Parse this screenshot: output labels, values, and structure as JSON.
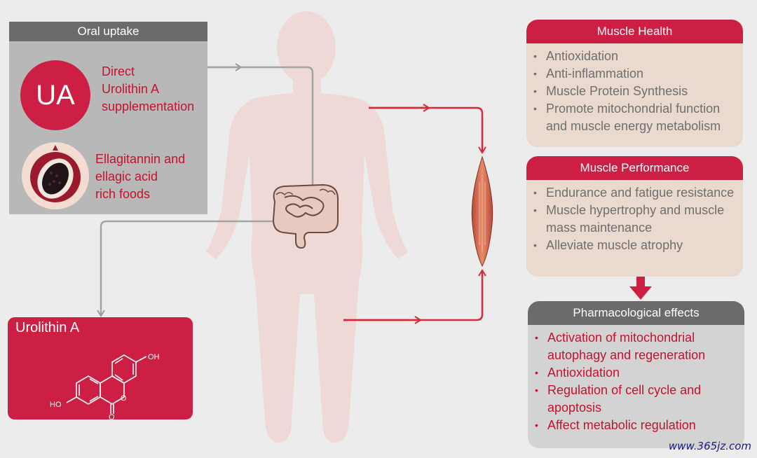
{
  "oral_uptake": {
    "title": "Oral uptake",
    "ua_label": "UA",
    "direct_text": [
      "Direct",
      "Urolithin A",
      "supplementation"
    ],
    "foods_text": [
      "Ellagitannin and",
      "ellagic acid",
      "rich foods"
    ],
    "ua_color": "#cc1f43",
    "pomegranate_icon": "pomegranate-icon"
  },
  "urolithin": {
    "title": "Urolithin A",
    "oh_top": "OH",
    "oh_left": "HO",
    "o_ring": "O",
    "o_carbonyl": "O"
  },
  "muscle_health": {
    "title": "Muscle Health",
    "items": [
      "Antioxidation",
      "Anti-inflammation",
      "Muscle Protein Synthesis",
      "Promote mitochondrial function and muscle energy metabolism"
    ]
  },
  "muscle_performance": {
    "title": "Muscle Performance",
    "items": [
      "Endurance and fatigue resistance",
      "Muscle hypertrophy and muscle mass maintenance",
      "Alleviate muscle atrophy"
    ]
  },
  "pharmacological": {
    "title": "Pharmacological effects",
    "items": [
      "Activation of mitochondrial autophagy and regeneration",
      "Antioxidation",
      "Regulation of cell cycle and apoptosis",
      "Affect metabolic regulation"
    ]
  },
  "colors": {
    "accent": "#cc1f43",
    "header_dark": "#6b6b6b",
    "panel_beige": "#ead9cf"
  },
  "watermark": "www.365jz.com"
}
